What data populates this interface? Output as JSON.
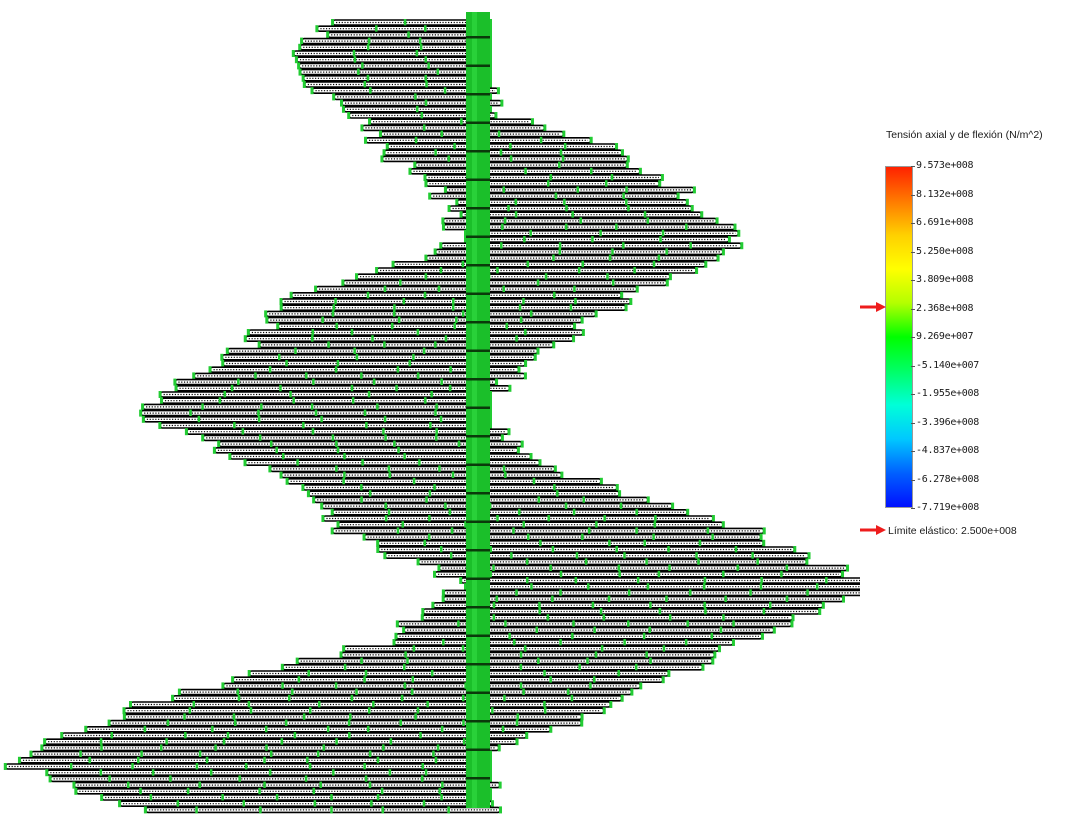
{
  "legend": {
    "title": "Tensión axial y de flexión (N/m^2)",
    "ticks": [
      "9.573e+008",
      "8.132e+008",
      "6.691e+008",
      "5.250e+008",
      "3.809e+008",
      "2.368e+008",
      "9.269e+007",
      "-5.140e+007",
      "-1.955e+008",
      "-3.396e+008",
      "-4.837e+008",
      "-6.278e+008",
      "-7.719e+008"
    ],
    "colors": [
      "#ff2200",
      "#ff7a00",
      "#ffd000",
      "#ffff00",
      "#b4ff00",
      "#00ff00",
      "#00ff66",
      "#00ffd8",
      "#00c8ff",
      "#0060ff",
      "#0010ff"
    ],
    "yield_marker_tick_index": 5,
    "yield_label": "Límite elástico: 2.500e+008",
    "arrow_color": "#ee1c1c"
  },
  "model": {
    "mast_color": "#1bbf2a",
    "beam_outline_color": "#000000",
    "beam_fill_color": "#ffffff",
    "beam_end_color": "#22cc33"
  }
}
